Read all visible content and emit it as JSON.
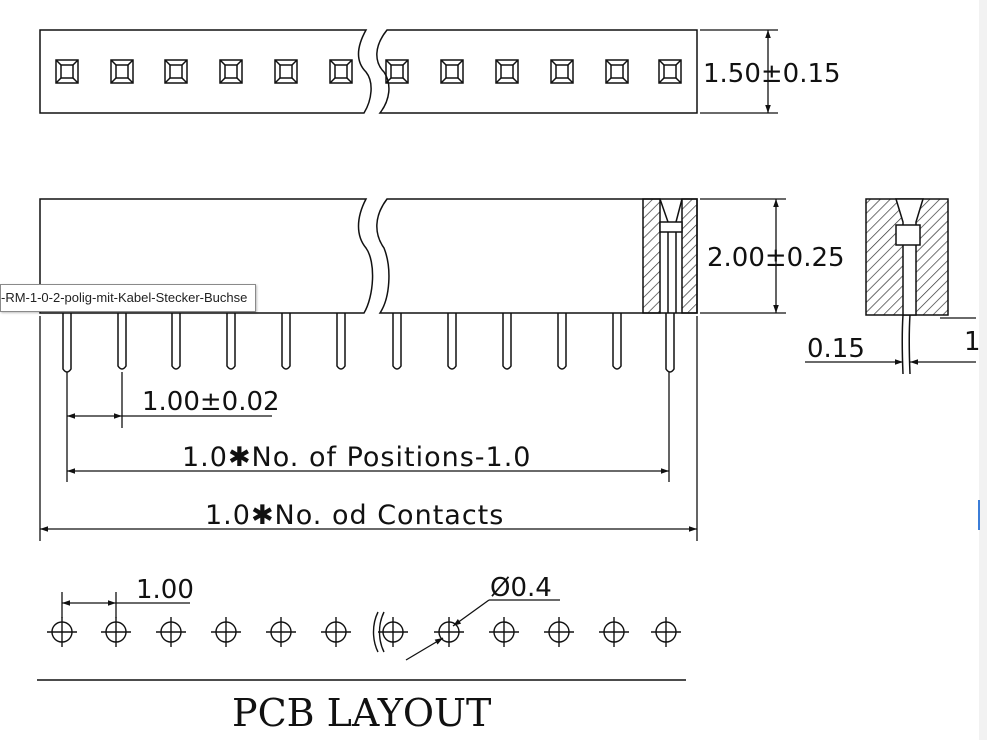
{
  "colors": {
    "line": "#111111",
    "background": "#ffffff",
    "hatch": "#333333"
  },
  "dimensions": {
    "top_height": "1.50±0.15",
    "body_height": "2.00±0.25",
    "pin_thickness": "0.15",
    "partial_right": "1",
    "pitch": "1.00±0.02",
    "positions_span": "1.0✱No. of Positions-1.0",
    "contacts_span": "1.0✱No. od Contacts",
    "pcb_pitch": "1.00",
    "hole_diameter": "Ø0.4"
  },
  "section_title": "PCB LAYOUT",
  "tooltip": {
    "text": "-RM-1-0-2-polig-mit-Kabel-Stecker-Buchse"
  }
}
